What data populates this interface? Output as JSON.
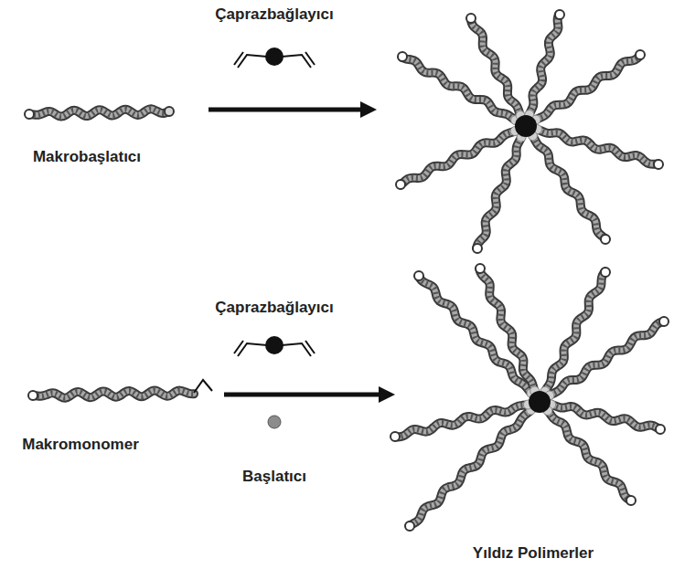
{
  "diagram": {
    "labels": [
      "Çaprazbağlayıcı",
      "Makrobaşlatıcı",
      "Çaprazbağlayıcı",
      "Makromonomer",
      "Başlatıcı",
      "Yıldız Polimerler"
    ]
  }
}
